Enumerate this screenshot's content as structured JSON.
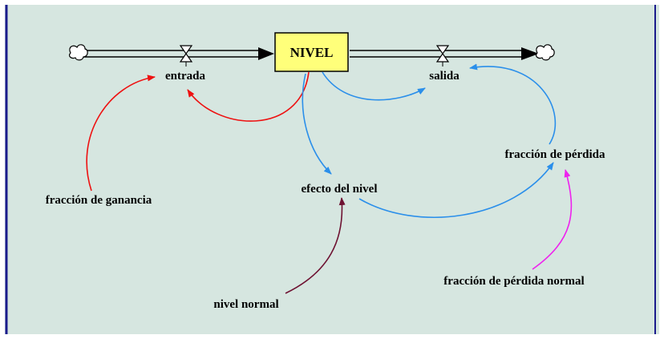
{
  "colors": {
    "background": "#d6e6e0",
    "frame": "#1b1b8c",
    "level_fill": "#ffff7a",
    "causal_blue": "#2b8fea",
    "causal_red": "#ee1111",
    "causal_purple": "#6e1232",
    "causal_magenta": "#ee22ee"
  },
  "diagram": {
    "stock": {
      "label": "NIVEL"
    },
    "flows": {
      "inflow": {
        "label": "entrada"
      },
      "outflow": {
        "label": "salida"
      }
    },
    "variables": {
      "gain_fraction": "fracción de ganancia",
      "loss_fraction": "fracción de pérdida",
      "level_effect": "efecto del nivel",
      "normal_level": "nivel normal",
      "normal_loss_fraction": "fracción de pérdida normal"
    },
    "icons": {
      "source": "cloud-icon",
      "sink": "cloud-icon",
      "valve": "valve-icon"
    }
  }
}
